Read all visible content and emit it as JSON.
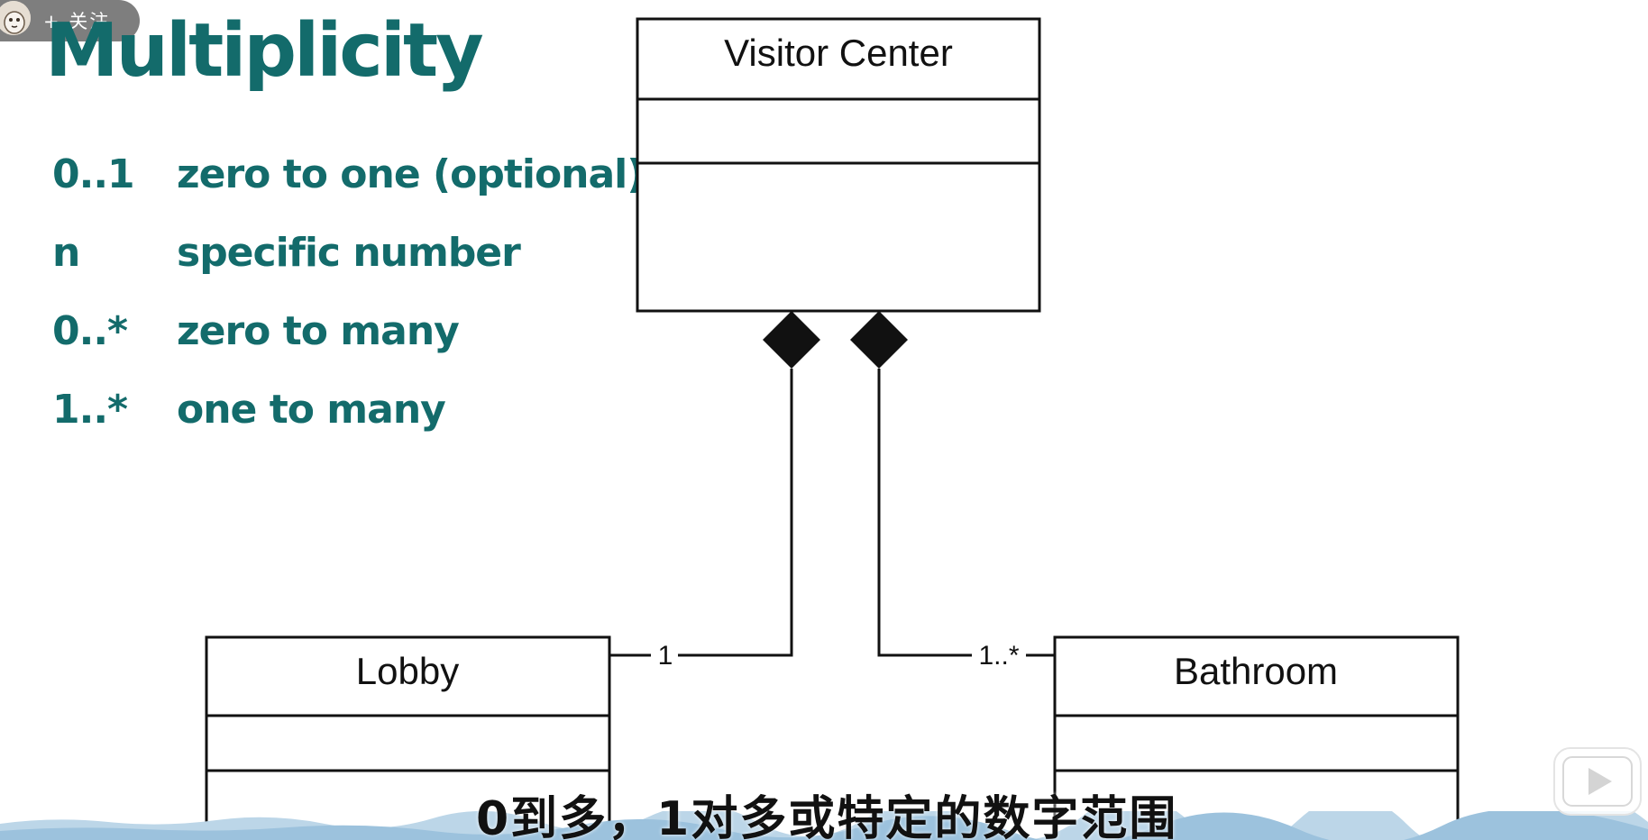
{
  "player": {
    "follow_label": "+ 关注",
    "subtitle": "0到多，1对多或特定的数字范围"
  },
  "slide": {
    "title": "Multiplicity",
    "title_color": "#136b6b",
    "items": [
      {
        "key": "0..1",
        "desc": "zero to one (optional)"
      },
      {
        "key": "n",
        "desc": "specific number"
      },
      {
        "key": "0..*",
        "desc": "zero to many"
      },
      {
        "key": "1..*",
        "desc": "one to many"
      }
    ]
  },
  "diagram": {
    "classes": {
      "visitor_center": "Visitor Center",
      "lobby": "Lobby",
      "bathroom": "Bathroom"
    },
    "multiplicities": {
      "lobby": "1",
      "bathroom": "1..*"
    },
    "relationship": "composition"
  },
  "icons": {
    "follow_avatar": "avatar-icon",
    "logo": "bilibili-tv-icon",
    "composition": "filled-diamond-icon"
  }
}
